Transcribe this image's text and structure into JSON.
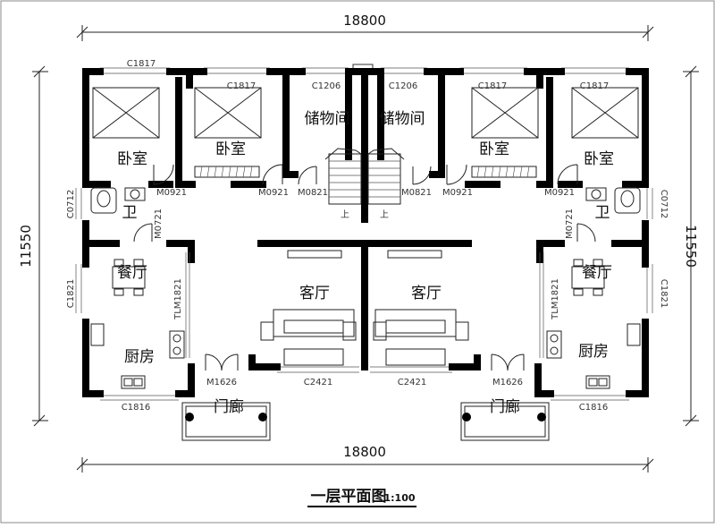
{
  "dimensions": {
    "top_width": "18800",
    "bottom_width": "18800",
    "left_depth": "11550",
    "right_depth": "11550"
  },
  "rooms": {
    "bedroom": "卧室",
    "storage": "储物间",
    "bathroom": "卫",
    "dining": "餐厅",
    "living": "客厅",
    "kitchen": "厨房",
    "porch": "门廊"
  },
  "labels": {
    "window_bedroom": "C1817",
    "window_storage": "C1206",
    "window_bath": "C0712",
    "window_dining": "C1821",
    "window_kitchen": "C1816",
    "window_living": "C2421",
    "door_bedroom": "M0921",
    "door_storage": "M0821",
    "door_bath": "M0721",
    "door_main": "M1626",
    "door_sliding": "TLM1821",
    "stair_up": "上"
  },
  "title": {
    "text": "一层平面图",
    "scale": "1:100"
  },
  "colors": {
    "wall": "#000000",
    "line": "#222222"
  }
}
